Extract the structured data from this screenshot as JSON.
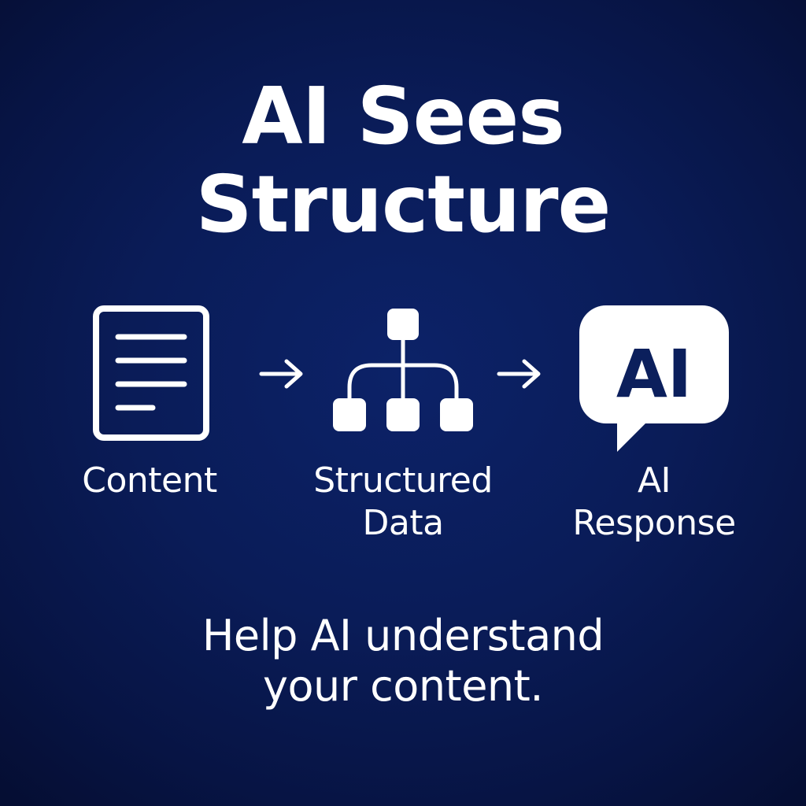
{
  "title": {
    "line1": "AI Sees",
    "line2": "Structure"
  },
  "flow": {
    "steps": [
      {
        "icon": "document-icon",
        "label_lines": [
          "Content"
        ]
      },
      {
        "icon": "hierarchy-icon",
        "label_lines": [
          "Structured",
          "Data"
        ]
      },
      {
        "icon": "chat-bubble-ai-icon",
        "badge": "AI",
        "label_lines": [
          "AI",
          "Response"
        ]
      }
    ],
    "connector_icon": "arrow-right-icon"
  },
  "tagline": {
    "line1": "Help AI understand",
    "line2": "your content."
  },
  "colors": {
    "background": "#0a1c58",
    "foreground": "#ffffff",
    "badge_text": "#0b1f5c"
  }
}
